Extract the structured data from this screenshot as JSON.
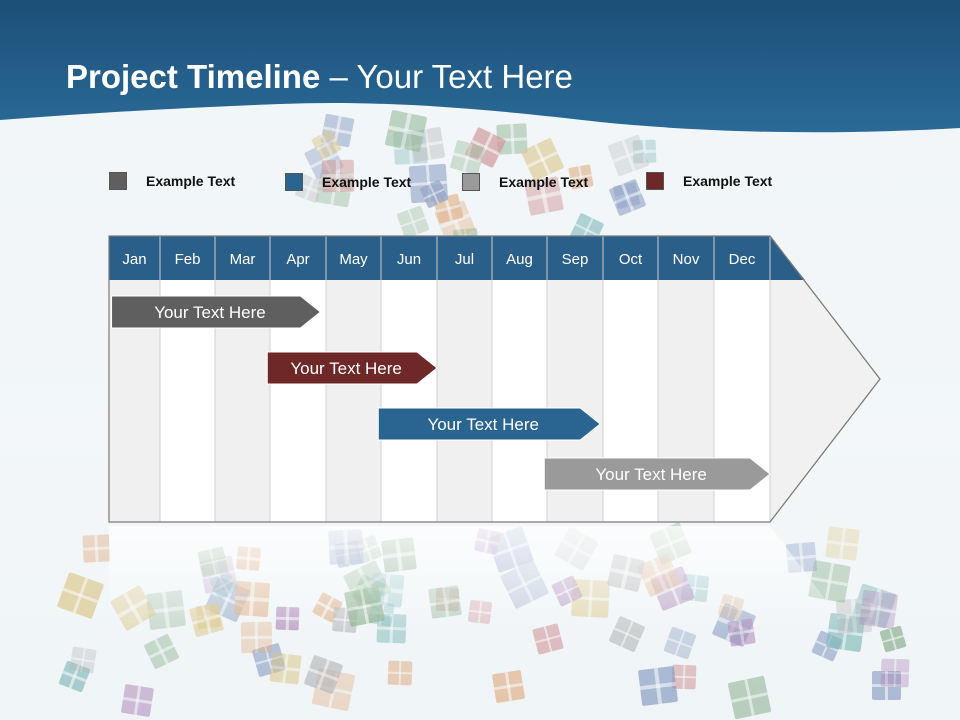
{
  "header": {
    "title_bold": "Project Timeline",
    "title_rest": " – Your Text Here",
    "band_color": "#1f5a85"
  },
  "legend": [
    {
      "label": "Example Text",
      "color": "#5f5f5f"
    },
    {
      "label": "Example Text",
      "color": "#2a6490"
    },
    {
      "label": "Example Text",
      "color": "#9a9a9a"
    },
    {
      "label": "Example Text",
      "color": "#6e2828"
    }
  ],
  "timeline": {
    "header_color": "#2a5f8a",
    "months": [
      "Jan",
      "Feb",
      "Mar",
      "Apr",
      "May",
      "Jun",
      "Jul",
      "Aug",
      "Sep",
      "Oct",
      "Nov",
      "Dec"
    ],
    "tasks": [
      {
        "label": "Your  Text Here",
        "start_month": 0.05,
        "end_month": 3.9,
        "color": "#5f5f5f"
      },
      {
        "label": "Your  Text Here",
        "start_month": 2.95,
        "end_month": 6.0,
        "color": "#6e2828"
      },
      {
        "label": "Your  Text Here",
        "start_month": 4.95,
        "end_month": 8.95,
        "color": "#2a6490"
      },
      {
        "label": "Your  Text Here",
        "start_month": 7.95,
        "end_month": 12.0,
        "color": "#9a9a9a"
      }
    ]
  }
}
